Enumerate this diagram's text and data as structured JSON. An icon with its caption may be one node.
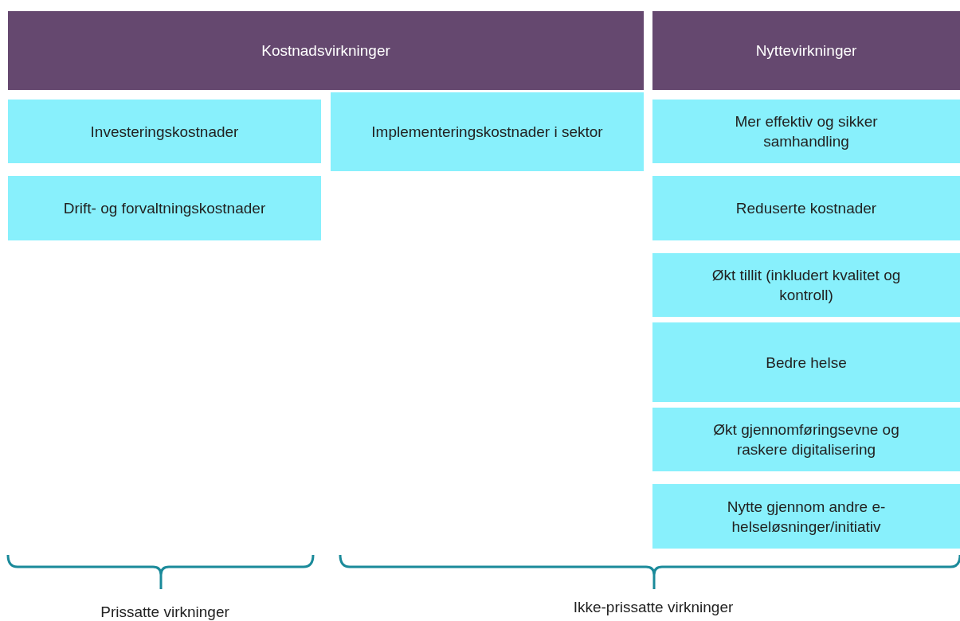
{
  "diagram": {
    "nodes": [
      {
        "text": [
          "Kostnadsvirkninger"
        ]
      },
      {
        "text": [
          "Nyttevirkninger"
        ]
      },
      {
        "text": [
          "Investeringskostnader"
        ]
      },
      {
        "text": [
          "Implementeringskostnader i sektor"
        ]
      },
      {
        "text": [
          "Mer effektiv og sikker samhandling"
        ]
      },
      {
        "text": [
          "Drift- og forvaltningskostnader"
        ]
      },
      {
        "text": [
          "Reduserte kostnader"
        ]
      },
      {
        "text": [
          "Økt tillit (inkludert kvalitet og kontroll)"
        ]
      },
      {
        "text": [
          "Bedre helse"
        ]
      },
      {
        "text": [
          "Økt gjennomføringsevne og raskere digitalisering"
        ]
      },
      {
        "text": [
          "Nytte gjennom andre e-helseløsninger/initiativ"
        ]
      }
    ],
    "labels": [
      "Prissatte virkninger",
      "Ikke-prissatte virkninger"
    ]
  }
}
